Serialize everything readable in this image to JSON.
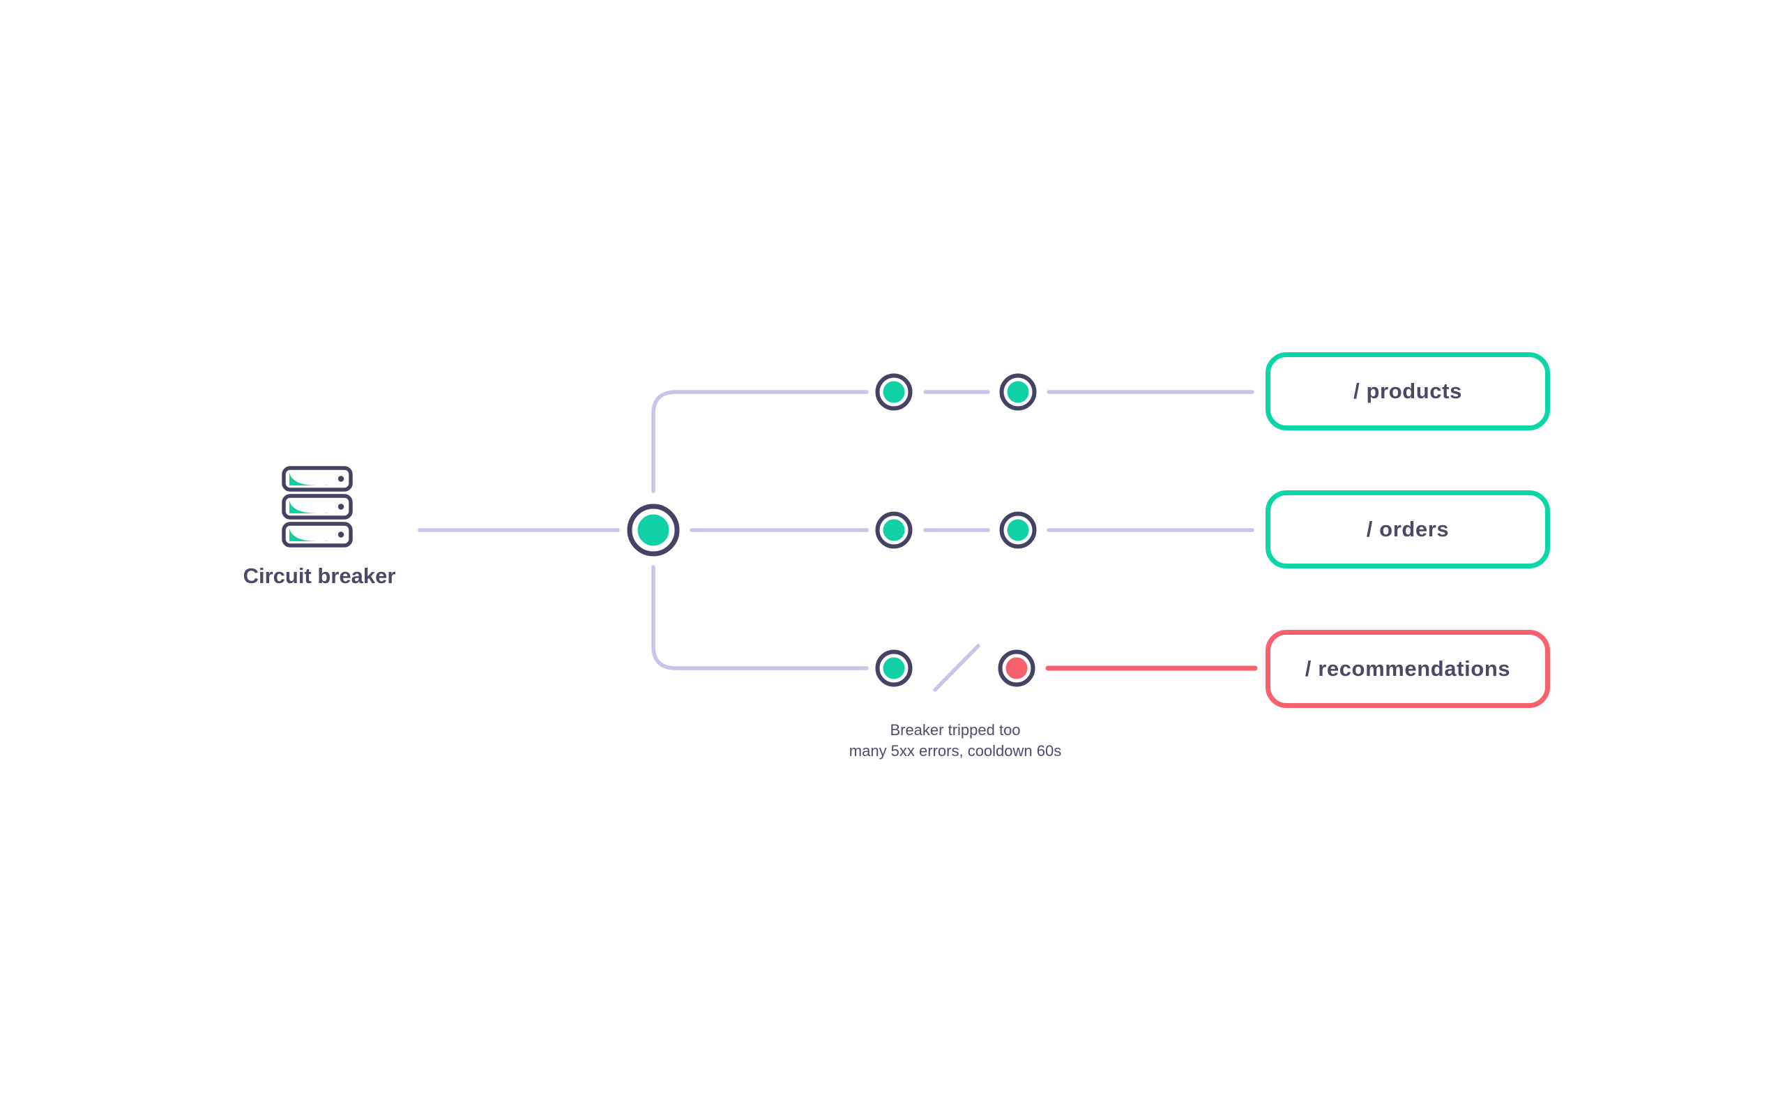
{
  "colors": {
    "ink": "#454363",
    "lavender": "#c6c6e8",
    "node_teal": "#10d0a6",
    "border_teal": "#0bd6a7",
    "node_red": "#f7616e",
    "text_slate": "#4b4966",
    "note_text": "#4e4c6f"
  },
  "source": {
    "label": "Circuit breaker"
  },
  "gateway": {
    "state": "ok"
  },
  "routes": [
    {
      "label": "/ products",
      "accent": "teal",
      "leg": "lavender",
      "nodes": [
        "ok",
        "ok"
      ],
      "broken_link": false
    },
    {
      "label": "/ orders",
      "accent": "teal",
      "leg": "lavender",
      "nodes": [
        "ok",
        "ok"
      ],
      "broken_link": false
    },
    {
      "label": "/ recommendations",
      "accent": "red",
      "leg": "red",
      "nodes": [
        "ok",
        "error"
      ],
      "broken_link": true
    }
  ],
  "note": {
    "line1": "Breaker tripped too",
    "line2": "many 5xx errors, cooldown 60s"
  }
}
